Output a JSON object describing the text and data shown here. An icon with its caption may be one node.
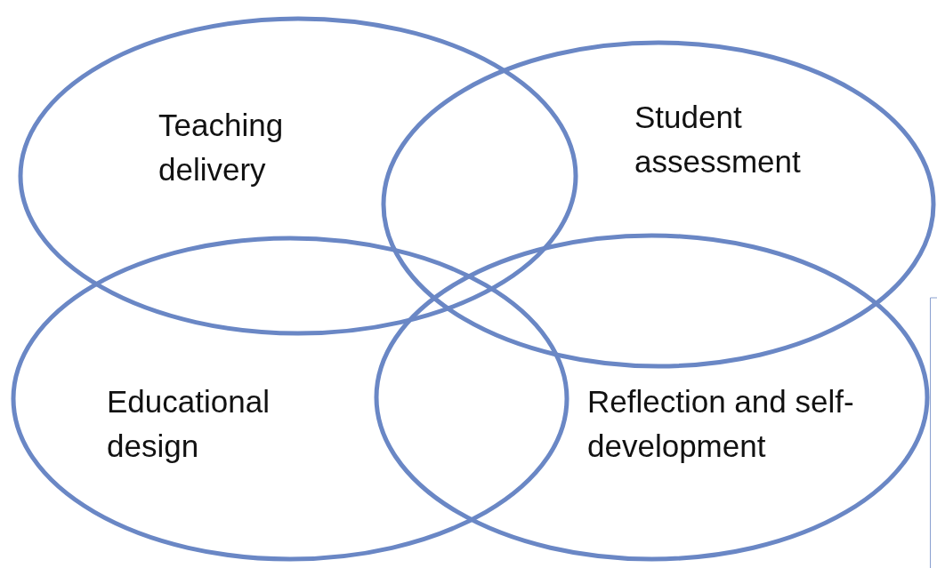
{
  "diagram": {
    "nodes": [
      {
        "text": [
          "Teaching delivery"
        ]
      },
      {
        "text": [
          "Student assessment"
        ]
      },
      {
        "text": [
          "Educational design"
        ]
      },
      {
        "text": [
          "Reflection and self-development"
        ]
      }
    ]
  }
}
